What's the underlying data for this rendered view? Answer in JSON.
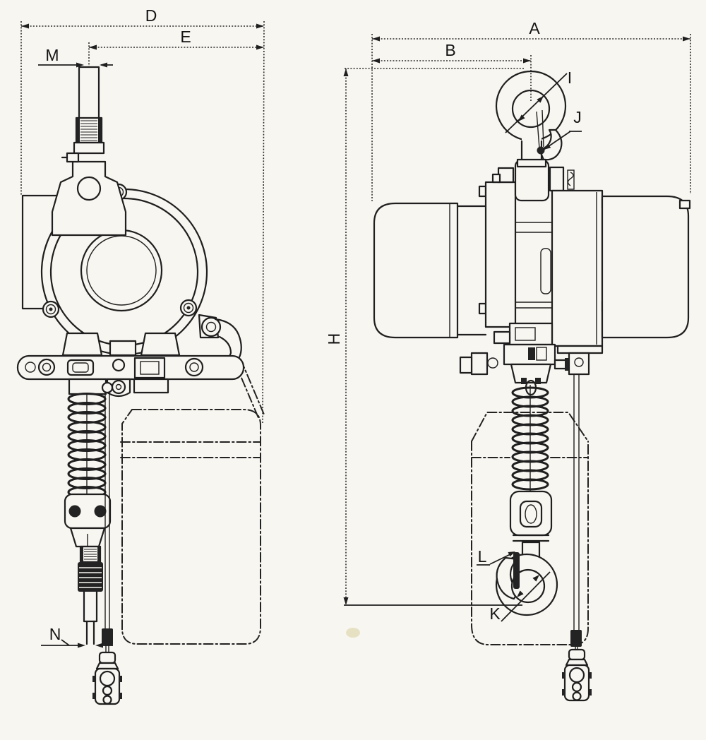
{
  "drawing": {
    "dims": {
      "A": "A",
      "B": "B",
      "D": "D",
      "E": "E",
      "H": "H",
      "I": "I",
      "J": "J",
      "K": "K",
      "L": "L",
      "M": "M",
      "N": "N"
    }
  },
  "colors": {
    "paper": "#f8f6f1",
    "ink": "#1f1f1f",
    "dimension_line": "#2b2b2b",
    "rubber_black": "#232323",
    "smudge": "#d9cf9e"
  }
}
